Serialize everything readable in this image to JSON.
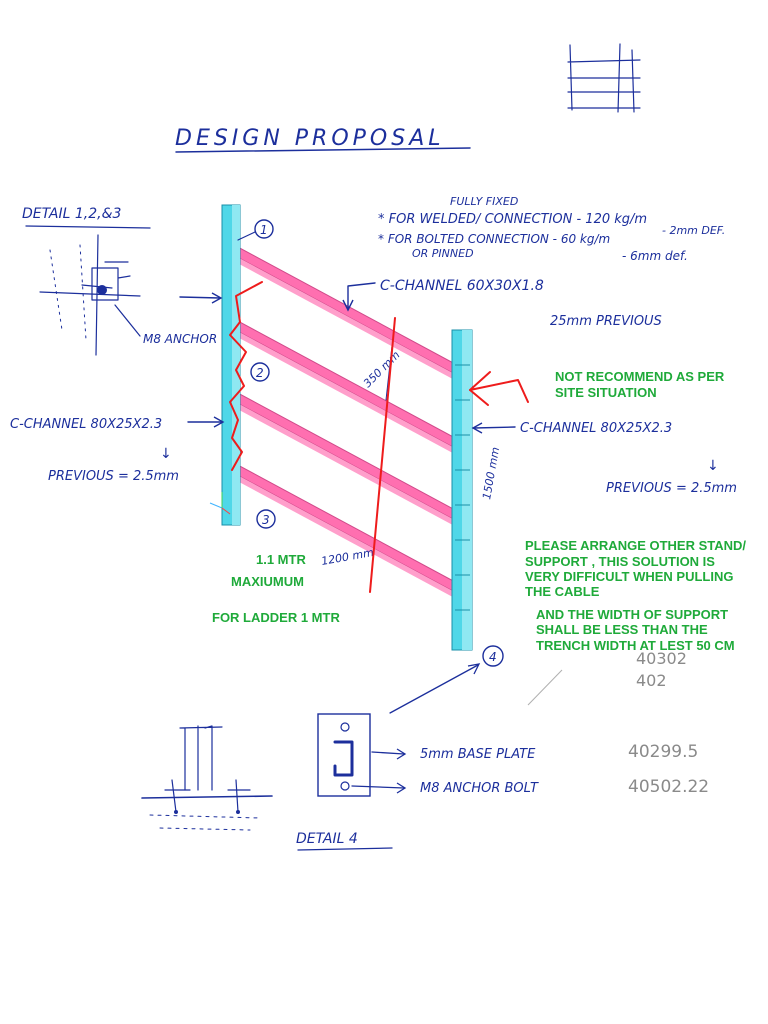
{
  "title": "DESIGN PROPOSAL",
  "detail_123_label": "DETAIL 1,2,&3",
  "detail_4_label": "DETAIL 4",
  "connection_notes": {
    "fully_fixed": "FULLY FIXED",
    "welded_line": "* FOR WELDED/ CONNECTION - 120 kg/m",
    "welded_def": "- 2mm DEF.",
    "bolted_line": "* FOR BOLTED CONNECTION - 60 kg/m",
    "bolted_sub": "OR PINNED",
    "bolted_def": "- 6mm def."
  },
  "labels": {
    "c_channel_top": "C-CHANNEL 60X30X1.8",
    "previous_25": "25mm PREVIOUS",
    "c_channel_left": "C-CHANNEL 80X25X2.3",
    "c_channel_right": "C-CHANNEL 80X25X2.3",
    "previous_left": "PREVIOUS = 2.5mm",
    "previous_right": "PREVIOUS = 2.5mm",
    "anchor": "M8 ANCHOR",
    "dim_350": "350 mm",
    "dim_1500": "1500 mm",
    "dim_1200": "1200 mm",
    "base_plate": "5mm BASE PLATE",
    "anchor_bolt": "M8 ANCHOR BOLT"
  },
  "markers": [
    "1",
    "2",
    "3",
    "4"
  ],
  "pencil_numbers": {
    "n1": "40302",
    "n2": "402",
    "n3": "40299.5",
    "n4": "40502.22"
  },
  "green_notes": {
    "not_recommend_1": "NOT RECOMMEND AS PER",
    "not_recommend_2": "SITE SITUATION",
    "width_value": "1.1 MTR",
    "width_max": "MAXIUMUM",
    "ladder": "FOR LADDER 1 MTR",
    "arrange_1": "PLEASE ARRANGE OTHER STAND/",
    "arrange_2": "SUPPORT , THIS SOLUTION IS",
    "arrange_3": "VERY DIFFICULT  WHEN PULLING",
    "arrange_4": "THE CABLE",
    "support_1": "AND THE WIDTH OF SUPPORT",
    "support_2": "SHALL BE LESS THAN THE",
    "support_3": "TRENCH WIDTH AT LEST  50 CM"
  },
  "colors": {
    "ink": "#1c2f9c",
    "redline": "#ee1c1c",
    "green_text": "#1faa3a",
    "post": "#4fd7e8",
    "rung": "#ff6fb0"
  }
}
